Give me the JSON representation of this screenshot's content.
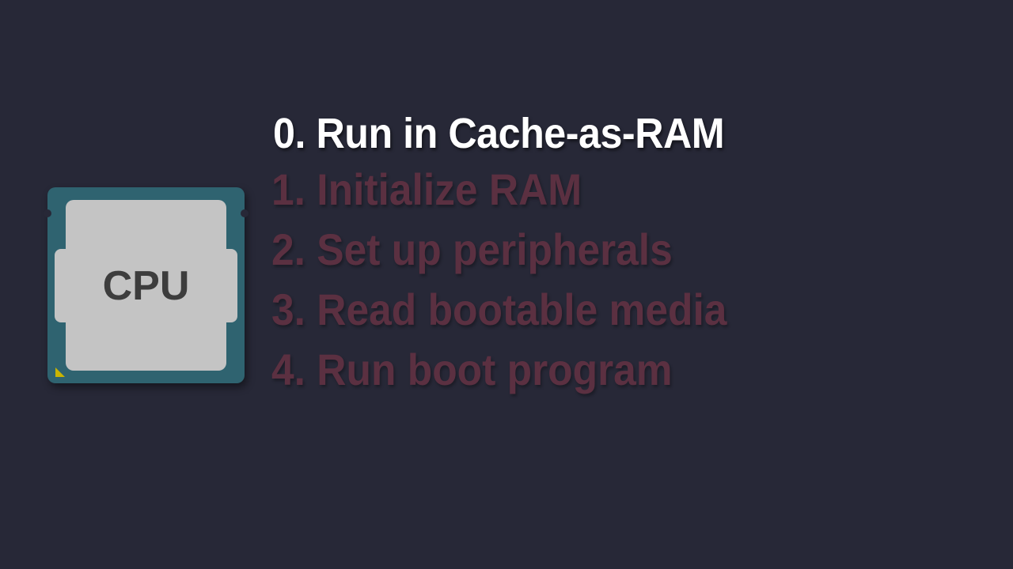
{
  "title": "0. Run in Cache-as-RAM",
  "steps": [
    "1. Initialize RAM",
    "2. Set up peripherals",
    "3. Read bootable media",
    "4. Run boot program"
  ],
  "chip": {
    "label": "CPU"
  },
  "colors": {
    "background": "#272837",
    "steps_text": "#5b3041",
    "chip_substrate": "#2f6370",
    "chip_die": "#c4c4c4",
    "chip_marker": "#c9b400"
  }
}
